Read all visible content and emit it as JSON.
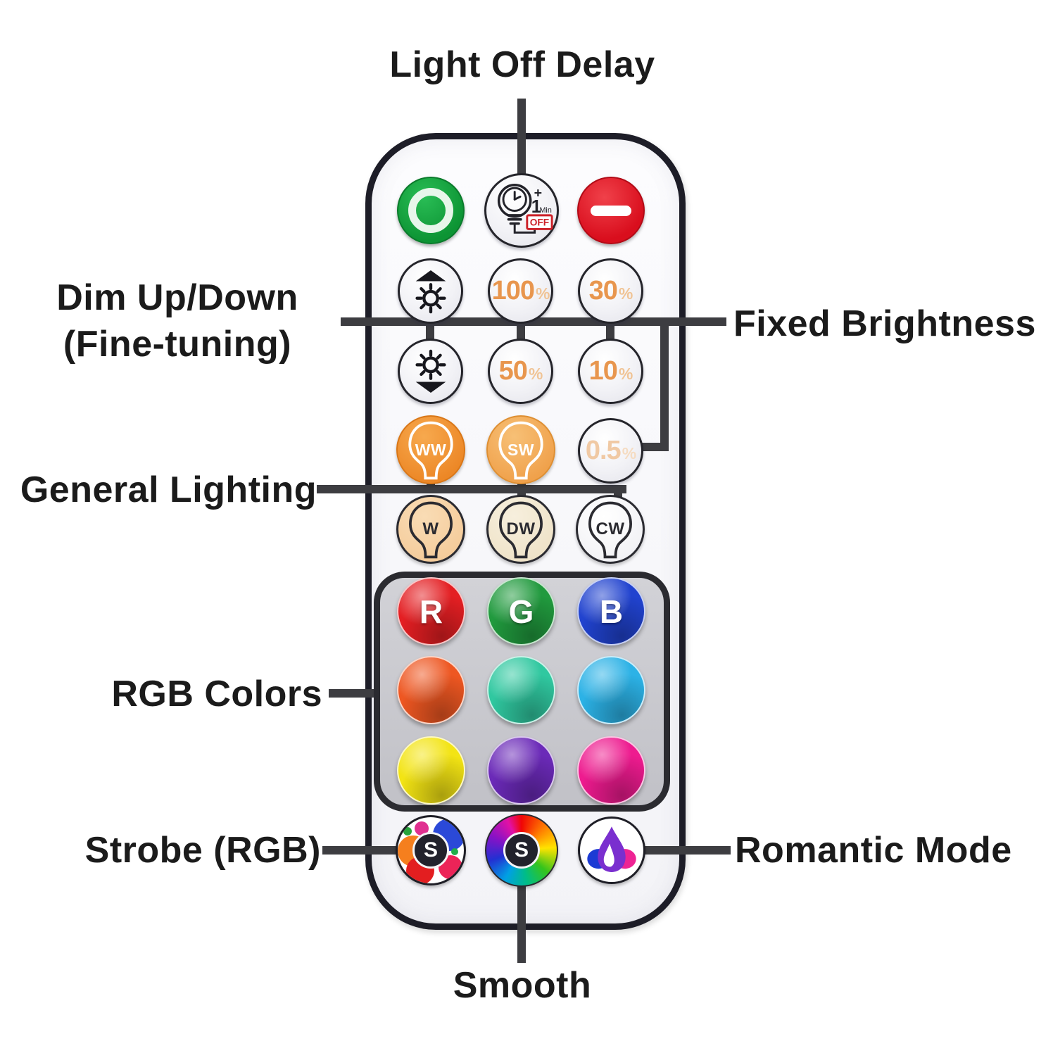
{
  "annotations": {
    "light_off_delay": "Light Off Delay",
    "dim_line1": "Dim Up/Down",
    "dim_line2": "(Fine-tuning)",
    "fixed_brightness": "Fixed Brightness",
    "general_lighting": "General Lighting",
    "rgb_colors": "RGB Colors",
    "strobe": "Strobe (RGB)",
    "romantic_mode": "Romantic Mode",
    "smooth": "Smooth"
  },
  "remote": {
    "delay_button": {
      "plus": "+",
      "minute": "1",
      "min_unit": "Min",
      "off": "OFF"
    },
    "brightness": {
      "b100": {
        "value": "100",
        "unit": "%"
      },
      "b30": {
        "value": "30",
        "unit": "%"
      },
      "b50": {
        "value": "50",
        "unit": "%"
      },
      "b10": {
        "value": "10",
        "unit": "%"
      },
      "b05": {
        "value": "0.5",
        "unit": "%"
      }
    },
    "white_modes": {
      "ww": "WW",
      "sw": "SW",
      "w": "W",
      "dw": "DW",
      "cw": "CW"
    },
    "rgb_buttons": [
      {
        "label": "R",
        "color": "#e41f23"
      },
      {
        "label": "G",
        "color": "#219a3e"
      },
      {
        "label": "B",
        "color": "#2143cf"
      },
      {
        "label": "",
        "color": "#ee5722"
      },
      {
        "label": "",
        "color": "#30c8a0"
      },
      {
        "label": "",
        "color": "#2cb2e6"
      },
      {
        "label": "",
        "color": "#f3e414"
      },
      {
        "label": "",
        "color": "#6b2ab8"
      },
      {
        "label": "",
        "color": "#ee1b8f"
      }
    ],
    "strobe_letter": "S",
    "smooth_letter": "S"
  },
  "icons": {
    "power": "power-ring-icon",
    "delay": "bulb-clock-timer-icon",
    "off": "minus-icon",
    "dim_up": "brightness-up-icon",
    "dim_down": "brightness-down-icon",
    "white_mode": "bulb-icon",
    "strobe": "strobe-balloons-icon",
    "smooth": "color-wheel-icon",
    "romantic": "water-drops-icon"
  },
  "colors": {
    "power_green": "#16a43c",
    "off_red": "#dd1620",
    "warm_white_orange": "#ee8a2c",
    "soft_white_orange": "#f0a14b",
    "percent_orange": "#e8964e",
    "connector_gray": "#3d3d41",
    "remote_border": "#1d1d27",
    "rgb_panel_gray": "#c8c8cd"
  }
}
